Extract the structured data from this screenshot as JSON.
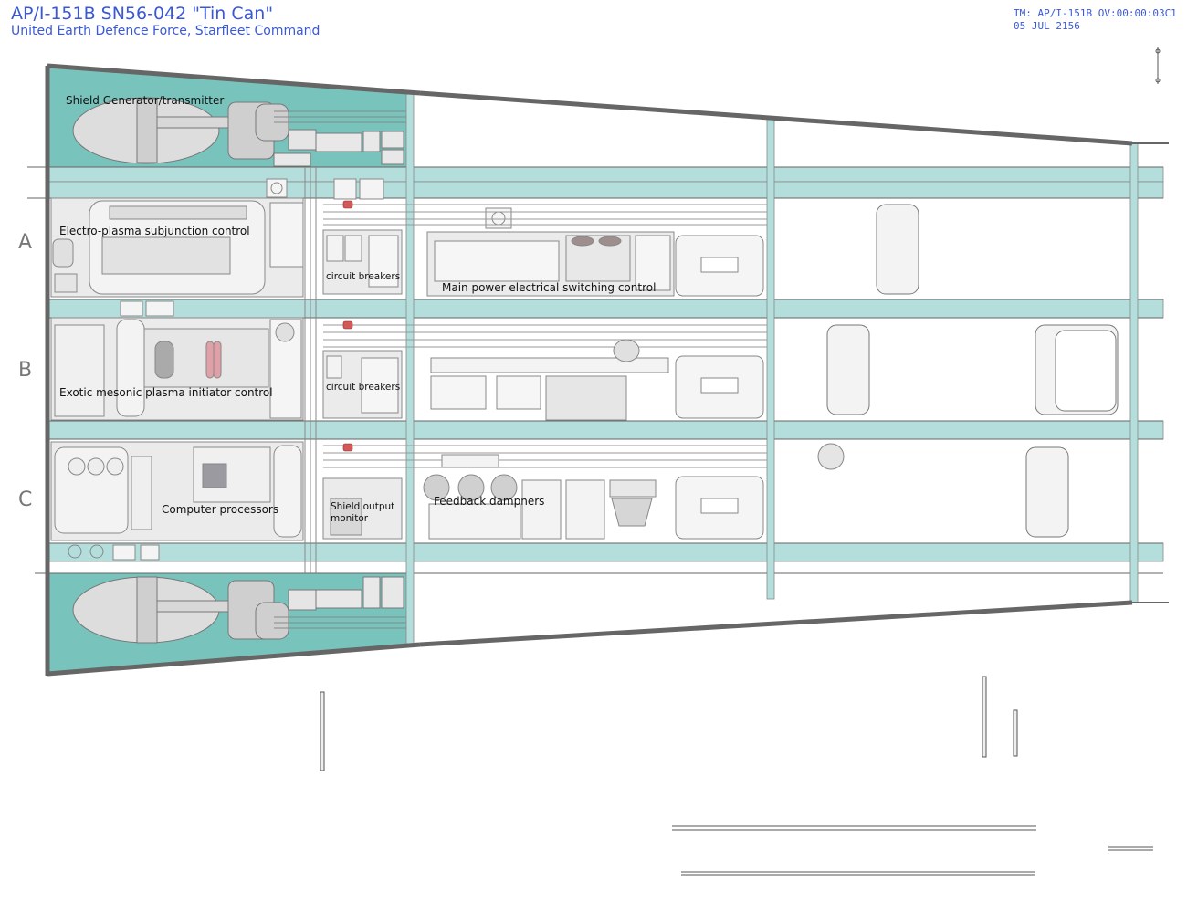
{
  "header": {
    "title": "AP/I-151B SN56-042 \"Tin Can\"",
    "subtitle": "United Earth Defence Force, Starfleet Command",
    "tm_line": "TM: AP/I-151B OV:00:00:03C1",
    "date_line": "05 JUL 2156"
  },
  "decks": {
    "a": "A",
    "b": "B",
    "c": "C"
  },
  "labels": {
    "shield_generator": "Shield Generator/transmitter",
    "electro_plasma": "Electro-plasma subjunction control",
    "circuit_breakers_a": "circuit breakers",
    "main_power": "Main power electrical switching control",
    "exotic_plasma": "Exotic mesonic plasma initiator control",
    "circuit_breakers_b": "circuit breakers",
    "computer_processors": "Computer processors",
    "shield_output_1": "Shield output",
    "shield_output_2": "monitor",
    "feedback_dampners": "Feedback dampners"
  },
  "colors": {
    "teal_fill": "#79c3bd",
    "corridor": "#b3dedc",
    "hull": "#666666",
    "equipment": "#ebebeb",
    "header_text": "#3a58d6"
  }
}
